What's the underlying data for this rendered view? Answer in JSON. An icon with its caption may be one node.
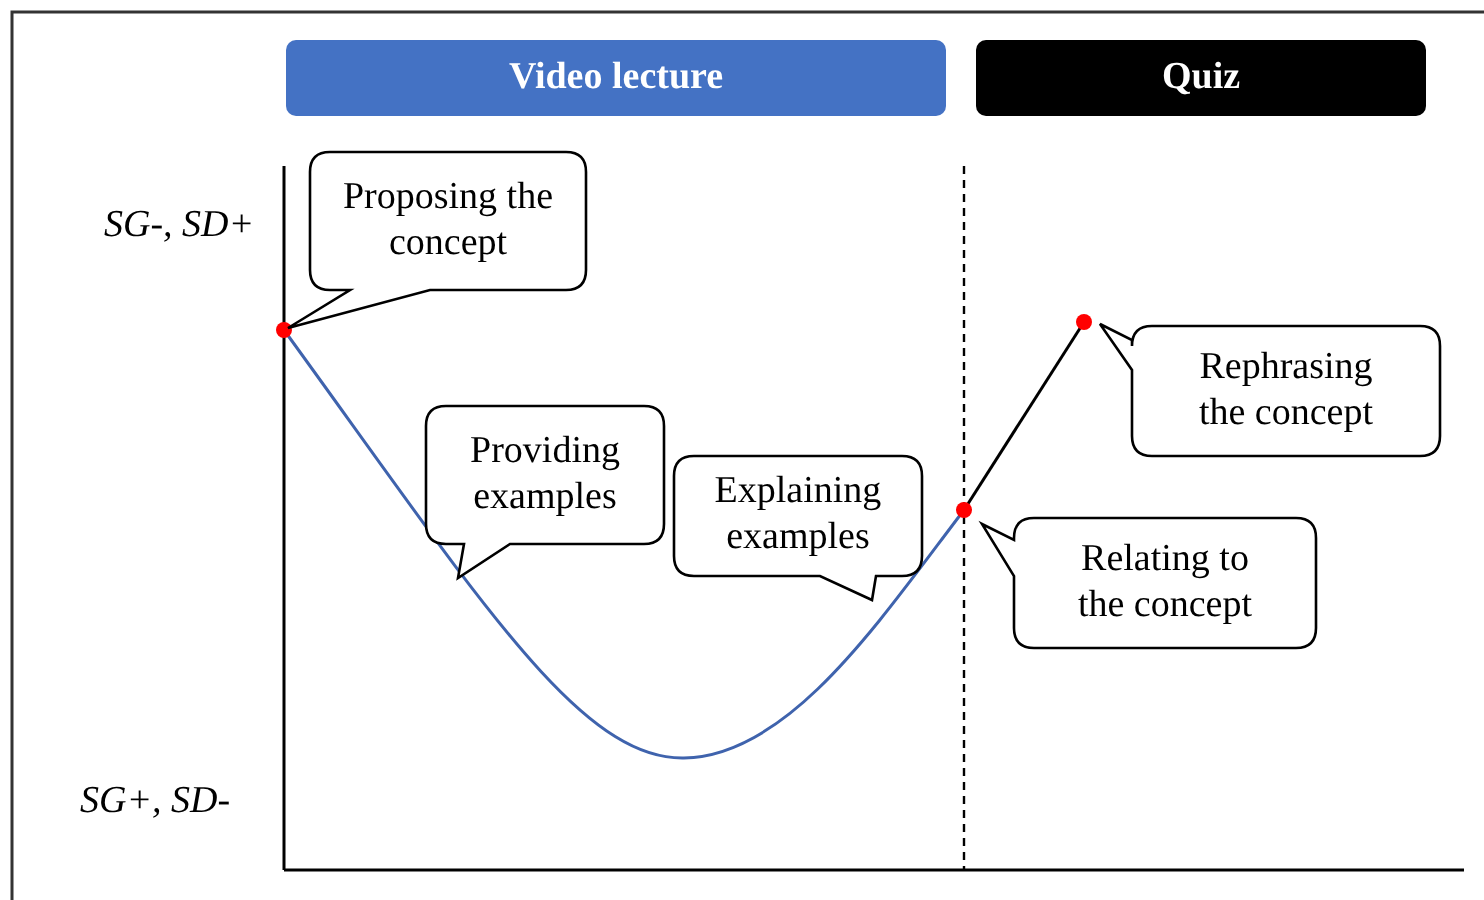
{
  "diagram": {
    "nodes": [
      {
        "text": [
          "Video lecture"
        ]
      },
      {
        "text": [
          "Quiz"
        ]
      },
      {
        "text": [
          "Proposing the concept"
        ]
      },
      {
        "text": [
          "Providing examples"
        ]
      },
      {
        "text": [
          "Explaining examples"
        ]
      },
      {
        "text": [
          "Relating to the concept"
        ]
      },
      {
        "text": [
          "Rephrasing the concept"
        ]
      }
    ],
    "labels": [
      "SG-, SD+",
      "SG+, SD-"
    ]
  }
}
